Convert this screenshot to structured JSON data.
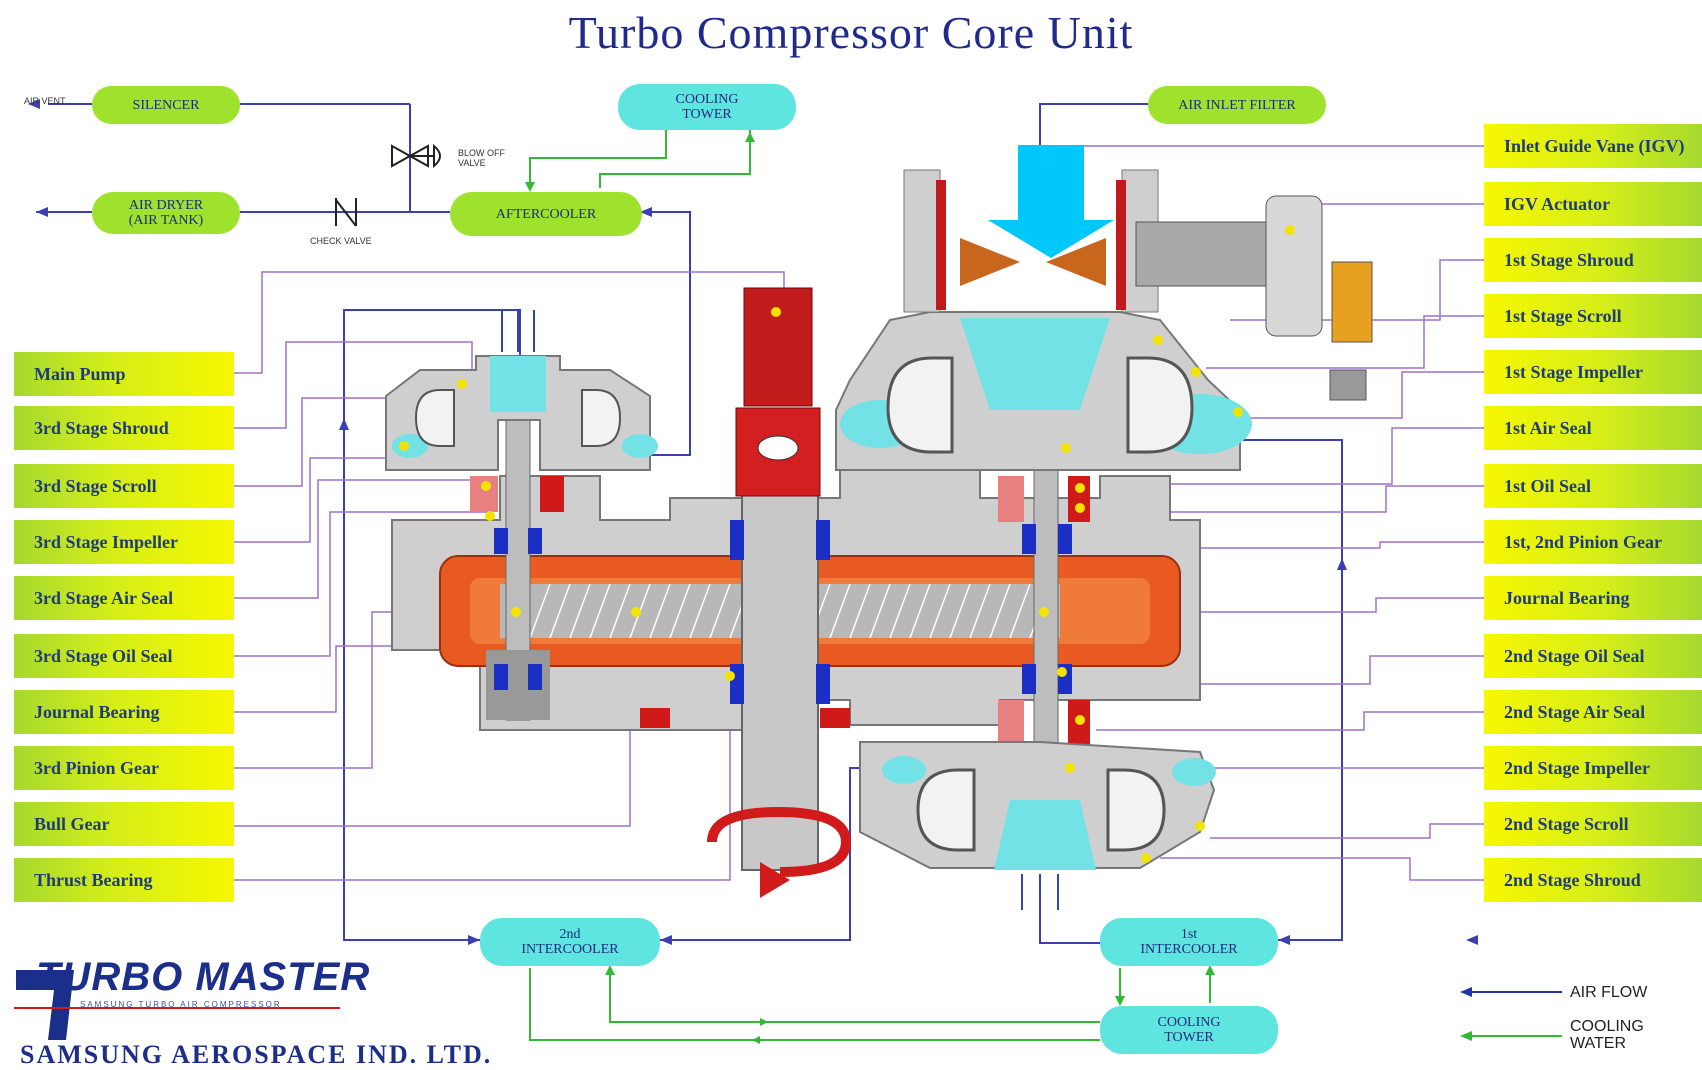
{
  "title": "Turbo Compressor Core Unit",
  "left_labels": [
    "Main Pump",
    "3rd Stage Shroud",
    "3rd Stage Scroll",
    "3rd Stage Impeller",
    "3rd Stage Air Seal",
    "3rd Stage Oil Seal",
    "Journal Bearing",
    "3rd Pinion Gear",
    "Bull Gear",
    "Thrust Bearing"
  ],
  "right_labels": [
    "Inlet Guide Vane (IGV)",
    "IGV Actuator",
    "1st Stage Shroud",
    "1st Stage Scroll",
    "1st Stage Impeller",
    "1st Air Seal",
    "1st Oil Seal",
    "1st, 2nd Pinion Gear",
    "Journal Bearing",
    "2nd Stage Oil Seal",
    "2nd Stage Air Seal",
    "2nd Stage Impeller",
    "2nd Stage Scroll",
    "2nd Stage Shroud"
  ],
  "components": {
    "silencer": "SILENCER",
    "air_vent": "AIR VENT",
    "cooling_tower_top": "COOLING\nTOWER",
    "air_inlet_filter": "AIR INLET FILTER",
    "blow_off_valve": "BLOW OFF\nVALVE",
    "air_dryer": "AIR DRYER\n(AIR TANK)",
    "check_valve": "CHECK VALVE",
    "aftercooler": "AFTERCOOLER",
    "intercooler_2nd": "2nd\nINTERCOOLER",
    "intercooler_1st": "1st\nINTERCOOLER",
    "cooling_tower_bottom": "COOLING\nTOWER"
  },
  "legend": {
    "air_flow": "AIR FLOW",
    "cooling_water": "COOLING\nWATER"
  },
  "branding": {
    "logo": "TURBO MASTER",
    "logo_sub": "SAMSUNG TURBO AIR COMPRESSOR",
    "company": "SAMSUNG AEROSPACE IND. LTD."
  },
  "colors": {
    "air_flow": "#2233aa",
    "cooling_water": "#33bb33",
    "label_fill": "#e8f400",
    "housing": "#cfcfcf",
    "gear": "#e8501c",
    "water": "#5ee5e0",
    "arrow": "#00c8ff"
  }
}
